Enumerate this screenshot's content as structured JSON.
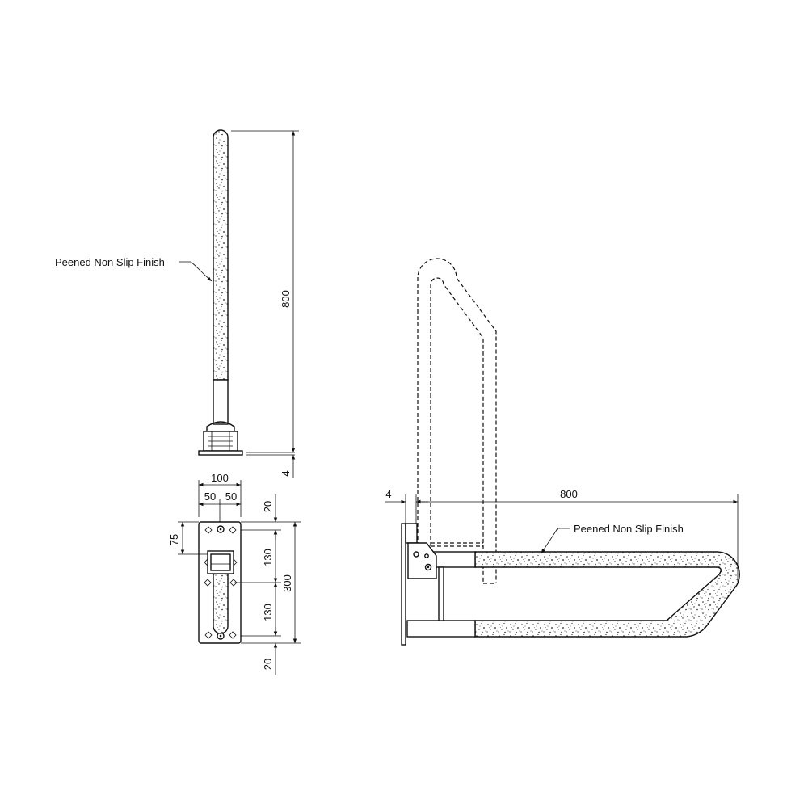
{
  "drawing": {
    "label_finish_left": "Peened Non Slip Finish",
    "label_finish_right": "Peened Non Slip Finish",
    "dimensions": {
      "side_height": "800",
      "side_plate": "4",
      "plate_width": "100",
      "plate_half_left": "50",
      "plate_half_right": "50",
      "plate_top_margin": "20",
      "plate_offset": "75",
      "plate_upper": "130",
      "plate_total": "300",
      "plate_lower": "130",
      "plate_bottom_margin": "20",
      "arm_gap": "4",
      "arm_length": "800"
    }
  }
}
